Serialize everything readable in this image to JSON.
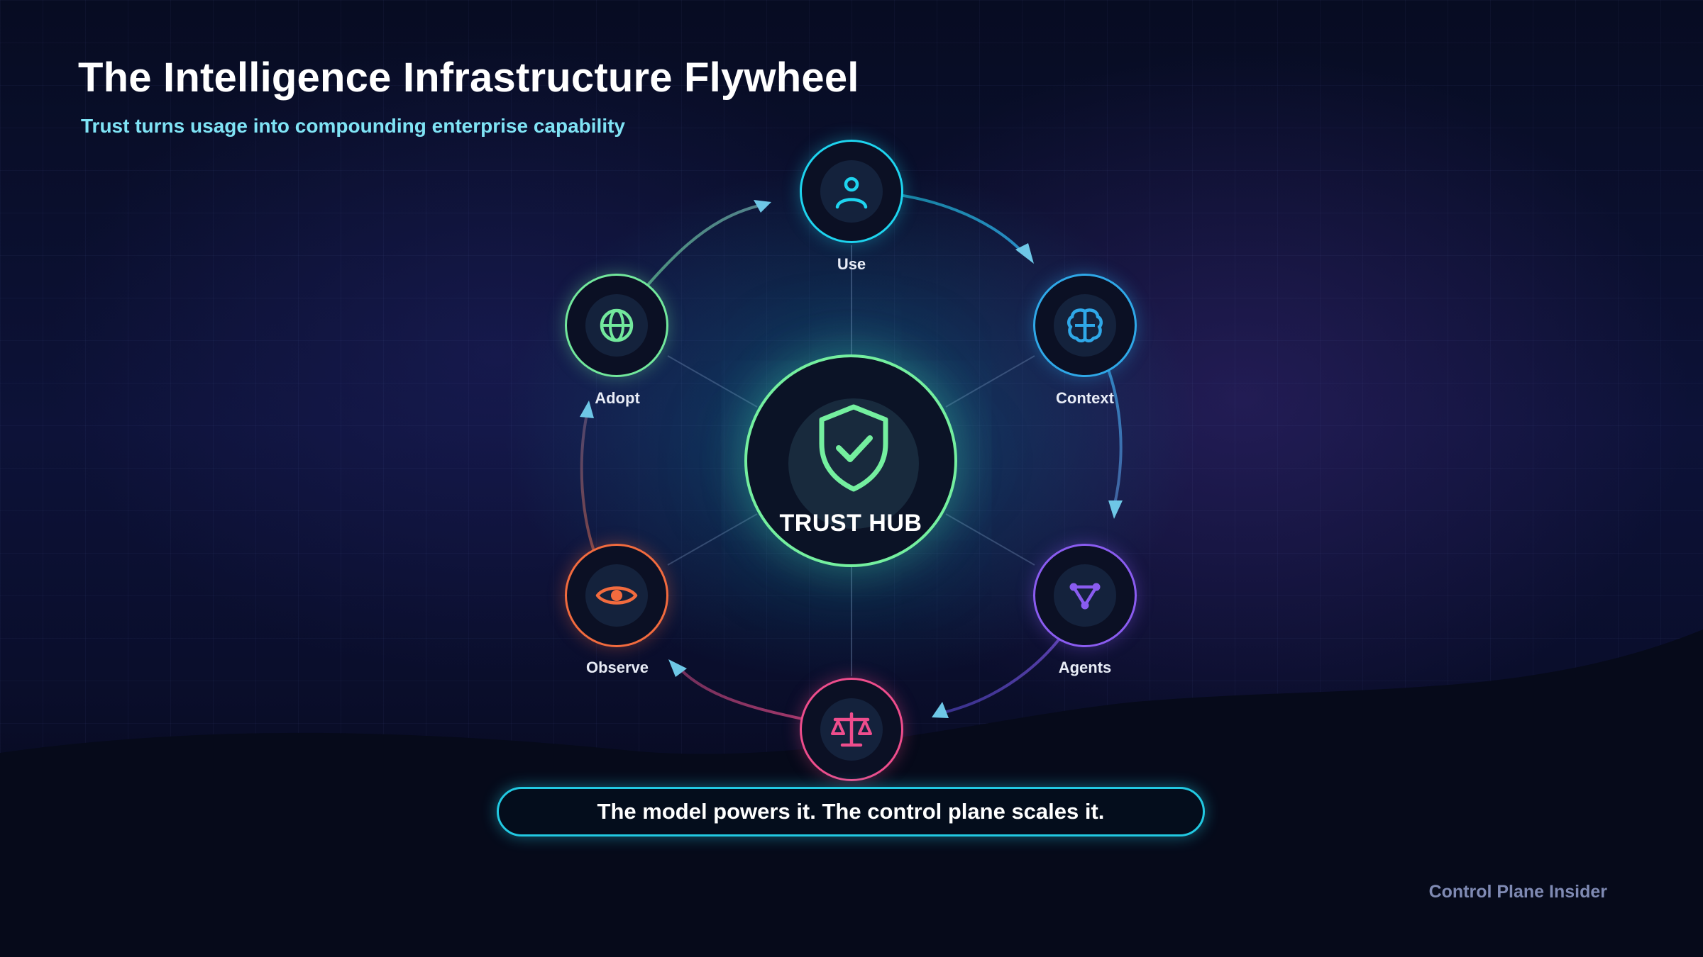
{
  "header": {
    "title": "The Intelligence Infrastructure Flywheel",
    "subtitle": "Trust turns usage into compounding enterprise capability"
  },
  "hub": {
    "label": "TRUST HUB",
    "icon": "shield-check-icon",
    "color": "#74ef9f"
  },
  "cycle": [
    {
      "label": "Use",
      "icon": "user-icon",
      "color": "#1ed4ef"
    },
    {
      "label": "Context",
      "icon": "brain-icon",
      "color": "#2fa8e8"
    },
    {
      "label": "Agents",
      "icon": "network-triangle-icon",
      "color": "#8a5cf0"
    },
    {
      "label": "",
      "icon": "scales-icon",
      "color": "#ee4d8c"
    },
    {
      "label": "Observe",
      "icon": "eye-icon",
      "color": "#f26b3e"
    },
    {
      "label": "Adopt",
      "icon": "globe-icon",
      "color": "#72e89c"
    }
  ],
  "tagline": "The model powers it. The control plane scales it.",
  "footer": "Control Plane Insider"
}
